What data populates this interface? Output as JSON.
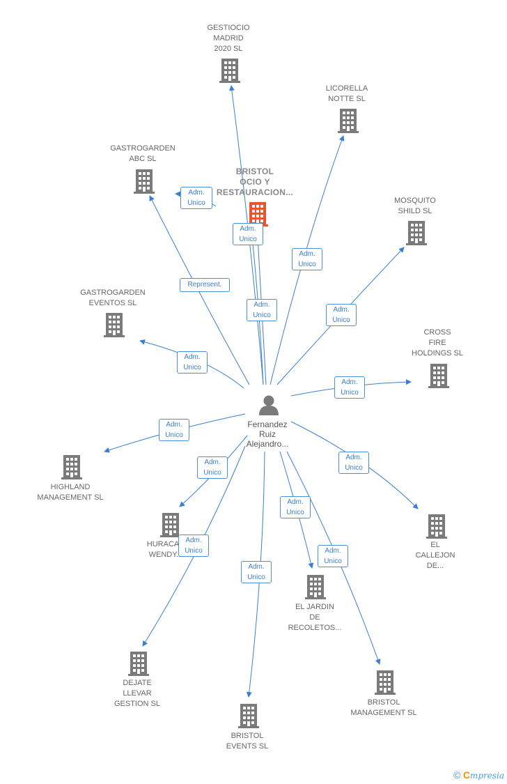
{
  "colors": {
    "edge": "#3a7fd0",
    "building": "#7a7a7a",
    "center_building": "#e8552f",
    "person": "#7a7a7a"
  },
  "center": {
    "label": "BRISTOL\nOCIO Y\nRESTAURACION..."
  },
  "person": {
    "label": "Fernandez\nRuiz\nAlejandro..."
  },
  "companies": [
    {
      "id": "gestiocio",
      "label": "GESTIOCIO\nMADRID\n2020  SL"
    },
    {
      "id": "licorella",
      "label": "LICORELLA\nNOTTE SL"
    },
    {
      "id": "gastrogarden-abc",
      "label": "GASTROGARDEN\nABC  SL"
    },
    {
      "id": "mosquito",
      "label": "MOSQUITO\nSHILD  SL"
    },
    {
      "id": "gastrogarden-eventos",
      "label": "GASTROGARDEN\nEVENTOS  SL"
    },
    {
      "id": "cross-fire",
      "label": "CROSS\nFIRE\nHOLDINGS  SL"
    },
    {
      "id": "highland",
      "label": "HIGHLAND\nMANAGEMENT SL"
    },
    {
      "id": "huracan",
      "label": "HURACAN\nWENDY..."
    },
    {
      "id": "el-callejon",
      "label": "EL\nCALLEJON\nDE..."
    },
    {
      "id": "el-jardin",
      "label": "EL JARDIN\nDE\nRECOLETOS..."
    },
    {
      "id": "dejate",
      "label": "DEJATE\nLLEVAR\nGESTION  SL"
    },
    {
      "id": "bristol-management",
      "label": "BRISTOL\nMANAGEMENT SL"
    },
    {
      "id": "bristol-events",
      "label": "BRISTOL\nEVENTS SL"
    }
  ],
  "edges": [
    {
      "target": "center",
      "label": "Adm.\nUnico"
    },
    {
      "target": "center",
      "label": "Adm.\nUnico"
    },
    {
      "target": "gastrogarden-abc",
      "label": "Adm.\nUnico"
    },
    {
      "target": "gastrogarden-abc",
      "label": "Represent."
    },
    {
      "target": "gestiocio",
      "label": ""
    },
    {
      "target": "licorella",
      "label": "Adm.\nUnico"
    },
    {
      "target": "mosquito",
      "label": "Adm.\nUnico"
    },
    {
      "target": "gastrogarden-eventos",
      "label": "Adm.\nUnico"
    },
    {
      "target": "cross-fire",
      "label": "Adm.\nUnico"
    },
    {
      "target": "highland",
      "label": "Adm.\nUnico"
    },
    {
      "target": "huracan",
      "label": "Adm.\nUnico"
    },
    {
      "target": "dejate",
      "label": "Adm.\nUnico"
    },
    {
      "target": "bristol-events",
      "label": "Adm.\nUnico"
    },
    {
      "target": "el-jardin",
      "label": "Adm.\nUnico"
    },
    {
      "target": "bristol-management",
      "label": "Adm.\nUnico"
    },
    {
      "target": "el-callejon",
      "label": "Adm.\nUnico"
    }
  ],
  "footer": {
    "copyright": "©",
    "brand_initial": "C",
    "brand_rest": "mpresia"
  }
}
